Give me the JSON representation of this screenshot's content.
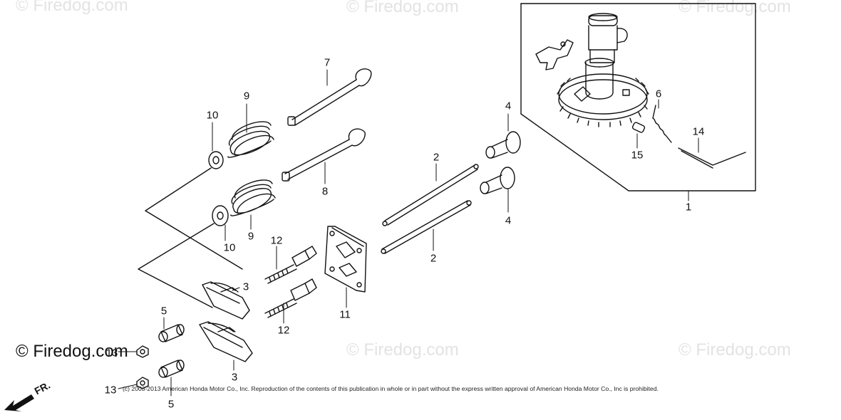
{
  "watermarks": {
    "top_left": "© Firedog.com",
    "top_center": "© Firedog.com",
    "top_right": "© Firedog.com",
    "mid_left": "© Firedog.com",
    "mid_center": "© Firedog.com",
    "mid_right": "© Firedog.com"
  },
  "callouts": {
    "c1": "1",
    "c2a": "2",
    "c2b": "2",
    "c3a": "3",
    "c3b": "3",
    "c4a": "4",
    "c4b": "4",
    "c5a": "5",
    "c5b": "5",
    "c6": "6",
    "c7": "7",
    "c8": "8",
    "c9a": "9",
    "c9b": "9",
    "c10a": "10",
    "c10b": "10",
    "c11": "11",
    "c12a": "12",
    "c12b": "12",
    "c13a": "13",
    "c13b": "13",
    "c14": "14",
    "c15": "15"
  },
  "direction_label": "FR.",
  "copyright": "(c) 2003-2013 American Honda Motor Co., Inc. Reproduction of the contents of this publication in whole or in part without the express written approval of American Honda Motor Co., Inc is prohibited."
}
